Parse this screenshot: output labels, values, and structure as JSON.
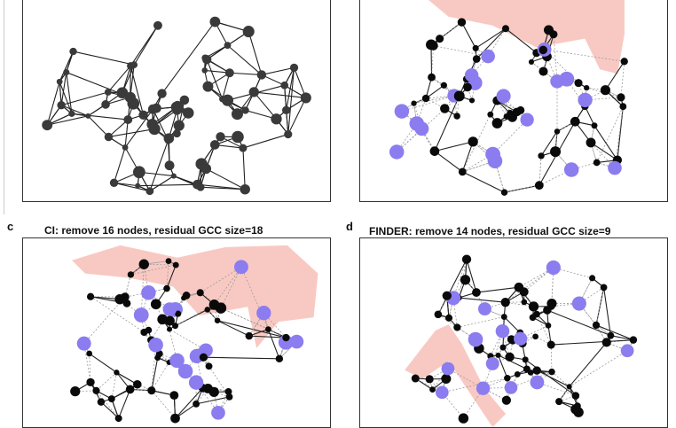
{
  "colors": {
    "node_dark": "#3a3a3a",
    "node_black": "#0a0a0a",
    "node_removed": "#8b7cf0",
    "edge_solid": "#222222",
    "edge_dashed": "#9a9a9a",
    "highlight": "#f6b7ad"
  },
  "panels": [
    {
      "id": "a",
      "label": "",
      "title": ""
    },
    {
      "id": "b",
      "label": "",
      "title": ""
    },
    {
      "id": "c",
      "label": "c",
      "title": "CI: remove 16 nodes, residual GCC size=18"
    },
    {
      "id": "d",
      "label": "d",
      "title": "FINDER: remove 14 nodes, residual GCC size=9"
    }
  ]
}
